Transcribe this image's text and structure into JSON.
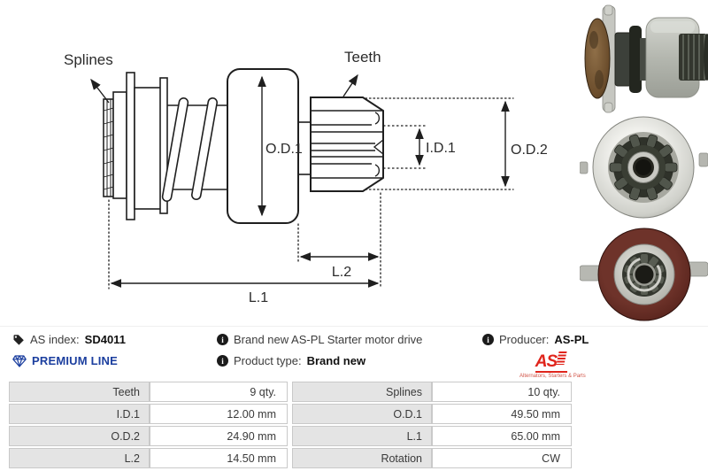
{
  "diagram": {
    "labels": {
      "splines": "Splines",
      "teeth": "Teeth",
      "od1": "O.D.1",
      "id1": "I.D.1",
      "od2": "O.D.2",
      "l1": "L.1",
      "l2": "L.2"
    }
  },
  "info": {
    "as_index_label": "AS index:",
    "as_index_value": "SD4011",
    "premium_line": "PREMIUM LINE",
    "description": "Brand new AS-PL Starter motor drive",
    "product_type_label": "Product type:",
    "product_type_value": "Brand new",
    "producer_label": "Producer:",
    "producer_value": "AS-PL",
    "logo_text": "AS",
    "logo_tagline": "Alternators, Starters & Parts"
  },
  "table": {
    "rows": [
      {
        "c0": "Teeth",
        "c1": "9 qty.",
        "c2": "Splines",
        "c3": "10 qty."
      },
      {
        "c0": "I.D.1",
        "c1": "12.00 mm",
        "c2": "O.D.1",
        "c3": "49.50 mm"
      },
      {
        "c0": "O.D.2",
        "c1": "24.90 mm",
        "c2": "L.1",
        "c3": "65.00 mm"
      },
      {
        "c0": "L.2",
        "c1": "14.50 mm",
        "c2": "Rotation",
        "c3": "CW"
      }
    ]
  },
  "colors": {
    "premium_blue": "#1c3f9f",
    "logo_red": "#e0251c",
    "table_cell_gray": "#e4e4e4"
  }
}
